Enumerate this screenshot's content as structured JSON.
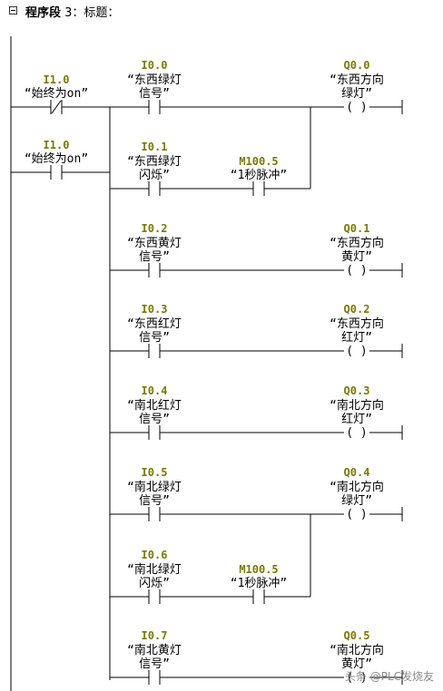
{
  "segment": {
    "collapse_icon": "minus-box-icon",
    "title_bold": "程序段",
    "title_rest": " 3：标题："
  },
  "contacts": [
    {
      "addr": "I1.0",
      "sym1": "“始终为on”",
      "sym2": "",
      "type": "nc"
    },
    {
      "addr": "I1.0",
      "sym1": "“始终为on”",
      "sym2": "",
      "type": "no"
    },
    {
      "addr": "I0.0",
      "sym1": "“东西绿灯",
      "sym2": "信号”",
      "type": "no"
    },
    {
      "addr": "I0.1",
      "sym1": "“东西绿灯",
      "sym2": "闪烁”",
      "type": "no"
    },
    {
      "addr": "M100.5",
      "sym1": "“1秒脉冲”",
      "sym2": "",
      "type": "no"
    },
    {
      "addr": "I0.2",
      "sym1": "“东西黄灯",
      "sym2": "信号”",
      "type": "no"
    },
    {
      "addr": "I0.3",
      "sym1": "“东西红灯",
      "sym2": "信号”",
      "type": "no"
    },
    {
      "addr": "I0.4",
      "sym1": "“南北红灯",
      "sym2": "信号”",
      "type": "no"
    },
    {
      "addr": "I0.5",
      "sym1": "“南北绿灯",
      "sym2": "信号”",
      "type": "no"
    },
    {
      "addr": "I0.6",
      "sym1": "“南北绿灯",
      "sym2": "闪烁”",
      "type": "no"
    },
    {
      "addr": "M100.5",
      "sym1": "“1秒脉冲”",
      "sym2": "",
      "type": "no"
    },
    {
      "addr": "I0.7",
      "sym1": "“南北黄灯",
      "sym2": "信号”",
      "type": "no"
    }
  ],
  "coils": [
    {
      "addr": "Q0.0",
      "sym1": "“东西方向",
      "sym2": "绿灯”"
    },
    {
      "addr": "Q0.1",
      "sym1": "“东西方向",
      "sym2": "黄灯”"
    },
    {
      "addr": "Q0.2",
      "sym1": "“东西方向",
      "sym2": "红灯”"
    },
    {
      "addr": "Q0.3",
      "sym1": "“南北方向",
      "sym2": "红灯”"
    },
    {
      "addr": "Q0.4",
      "sym1": "“南北方向",
      "sym2": "绿灯”"
    },
    {
      "addr": "Q0.5",
      "sym1": "“南北方向",
      "sym2": "黄灯”"
    }
  ],
  "coil_symbol": "( )",
  "watermark": "头条 @PLC发烧友"
}
